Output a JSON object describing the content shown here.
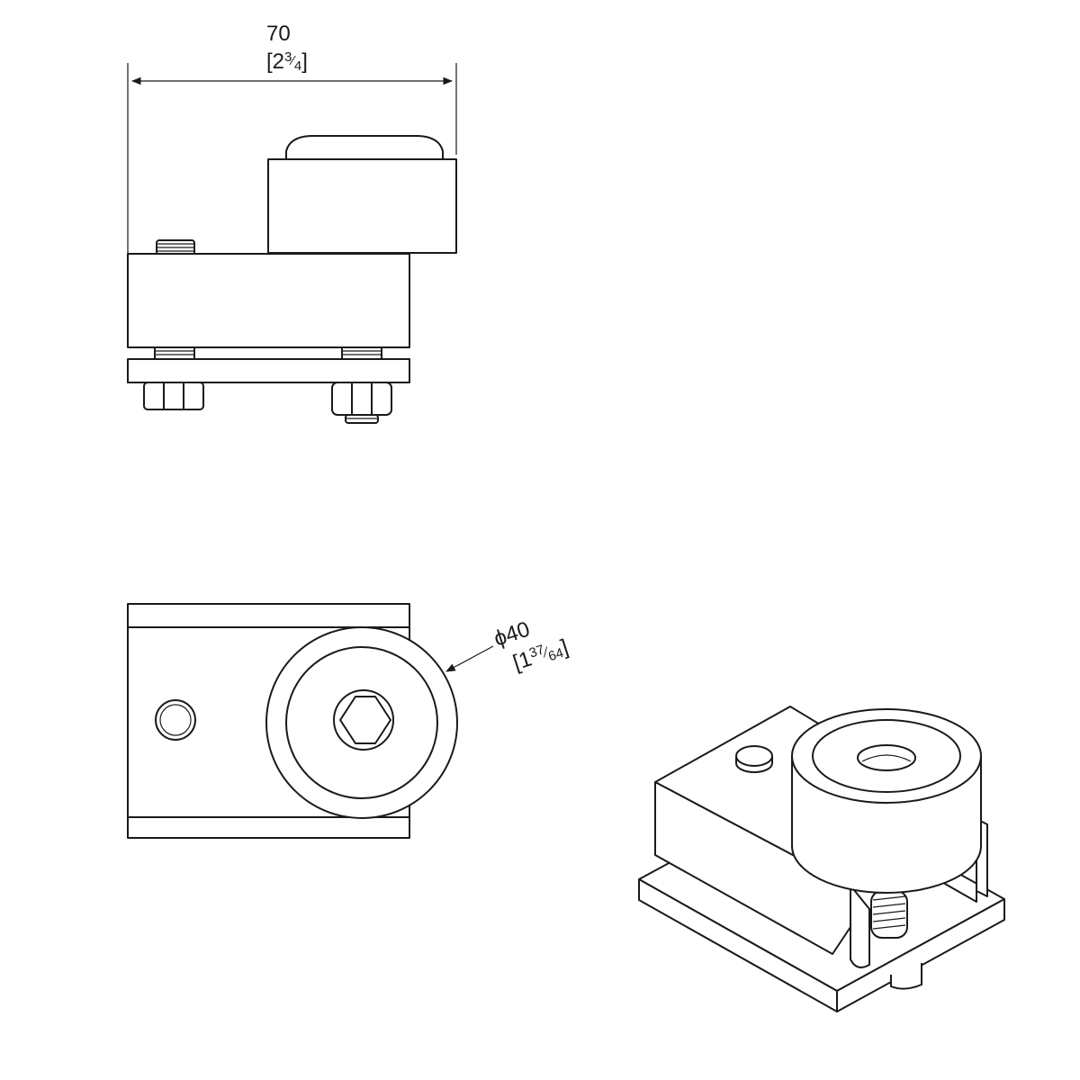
{
  "views": {
    "front": {
      "name": "front-view"
    },
    "top": {
      "name": "top-view"
    },
    "iso": {
      "name": "isometric-view"
    }
  },
  "dimensions": {
    "width": {
      "metric": "70",
      "imperial_open": "[2",
      "imperial_num": "3",
      "imperial_slash": "⁄",
      "imperial_den": "4",
      "imperial_close": "]"
    },
    "diameter": {
      "symbol": "ϕ",
      "metric": "40",
      "imperial_open": "[1",
      "imperial_num": "37",
      "imperial_slash": "⁄",
      "imperial_den": "64",
      "imperial_close": "]"
    }
  },
  "colors": {
    "line": "#1a1a1a",
    "background": "#ffffff"
  }
}
